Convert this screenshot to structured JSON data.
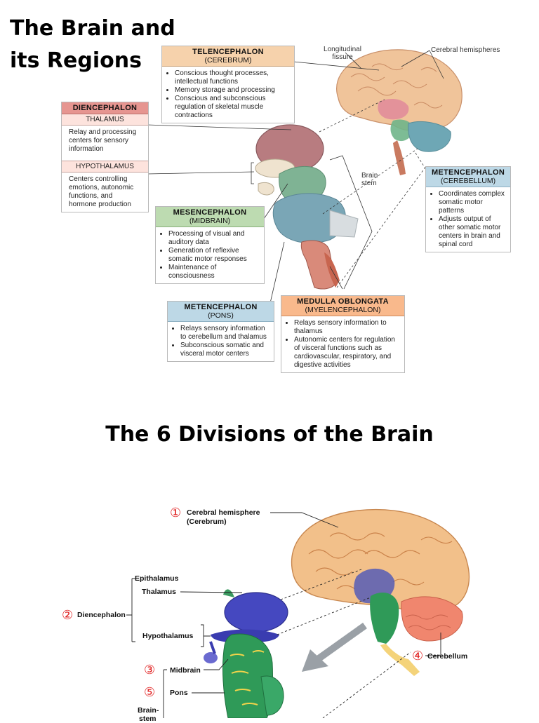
{
  "titles": {
    "main_line1": "The Brain and",
    "main_line2": "its Regions",
    "divisions": "The 6 Divisions of the Brain"
  },
  "telencephalon": {
    "title": "TELENCEPHALON",
    "subtitle": "(CEREBRUM)",
    "bullets": [
      "Conscious thought processes, intellectual functions",
      "Memory storage and processing",
      "Conscious and subconscious regulation of skeletal muscle contractions"
    ]
  },
  "diencephalon": {
    "title": "DIENCEPHALON",
    "thalamus": "THALAMUS",
    "thalamus_desc": "Relay and processing centers for sensory information",
    "hypothalamus": "HYPOTHALAMUS",
    "hypothalamus_desc": "Centers controlling emotions, autonomic functions, and hormone production"
  },
  "mesencephalon": {
    "title": "MESENCEPHALON",
    "subtitle": "(MIDBRAIN)",
    "bullets": [
      "Processing of visual and auditory data",
      "Generation of reflexive somatic motor responses",
      "Maintenance of consciousness"
    ]
  },
  "metencephalon_pons": {
    "title": "METENCEPHALON",
    "subtitle": "(PONS)",
    "bullets": [
      "Relays sensory information to cerebellum and thalamus",
      "Subconscious somatic and visceral motor centers"
    ]
  },
  "medulla": {
    "title": "MEDULLA OBLONGATA",
    "subtitle": "(MYELENCEPHALON)",
    "bullets": [
      "Relays sensory information to thalamus",
      "Autonomic centers for regulation of visceral functions such as cardiovascular, respiratory, and digestive activities"
    ]
  },
  "metencephalon_cerebellum": {
    "title": "METENCEPHALON",
    "subtitle": "(CEREBELLUM)",
    "bullets": [
      "Coordinates complex somatic motor patterns",
      "Adjusts output of other somatic motor centers in brain and spinal cord"
    ]
  },
  "top_labels": {
    "longitudinal_fissure": "Longitudinal fissure",
    "cerebral_hemispheres": "Cerebral hemispheres",
    "brain_stem": "Brain stem"
  },
  "bottom_labels": {
    "n1": "①",
    "cerebral_hemisphere": "Cerebral hemisphere",
    "cerebrum": "(Cerebrum)",
    "epithalamus": "Epithalamus",
    "thalamus": "Thalamus",
    "n2": "②",
    "diencephalon": "Diencephalon",
    "hypothalamus": "Hypothalamus",
    "n3": "③",
    "midbrain": "Midbrain",
    "n5": "⑤",
    "pons": "Pons",
    "n4": "④",
    "cerebellum": "Cerebellum",
    "brain_stem": "Brain-",
    "brain_stem2": "stem"
  }
}
